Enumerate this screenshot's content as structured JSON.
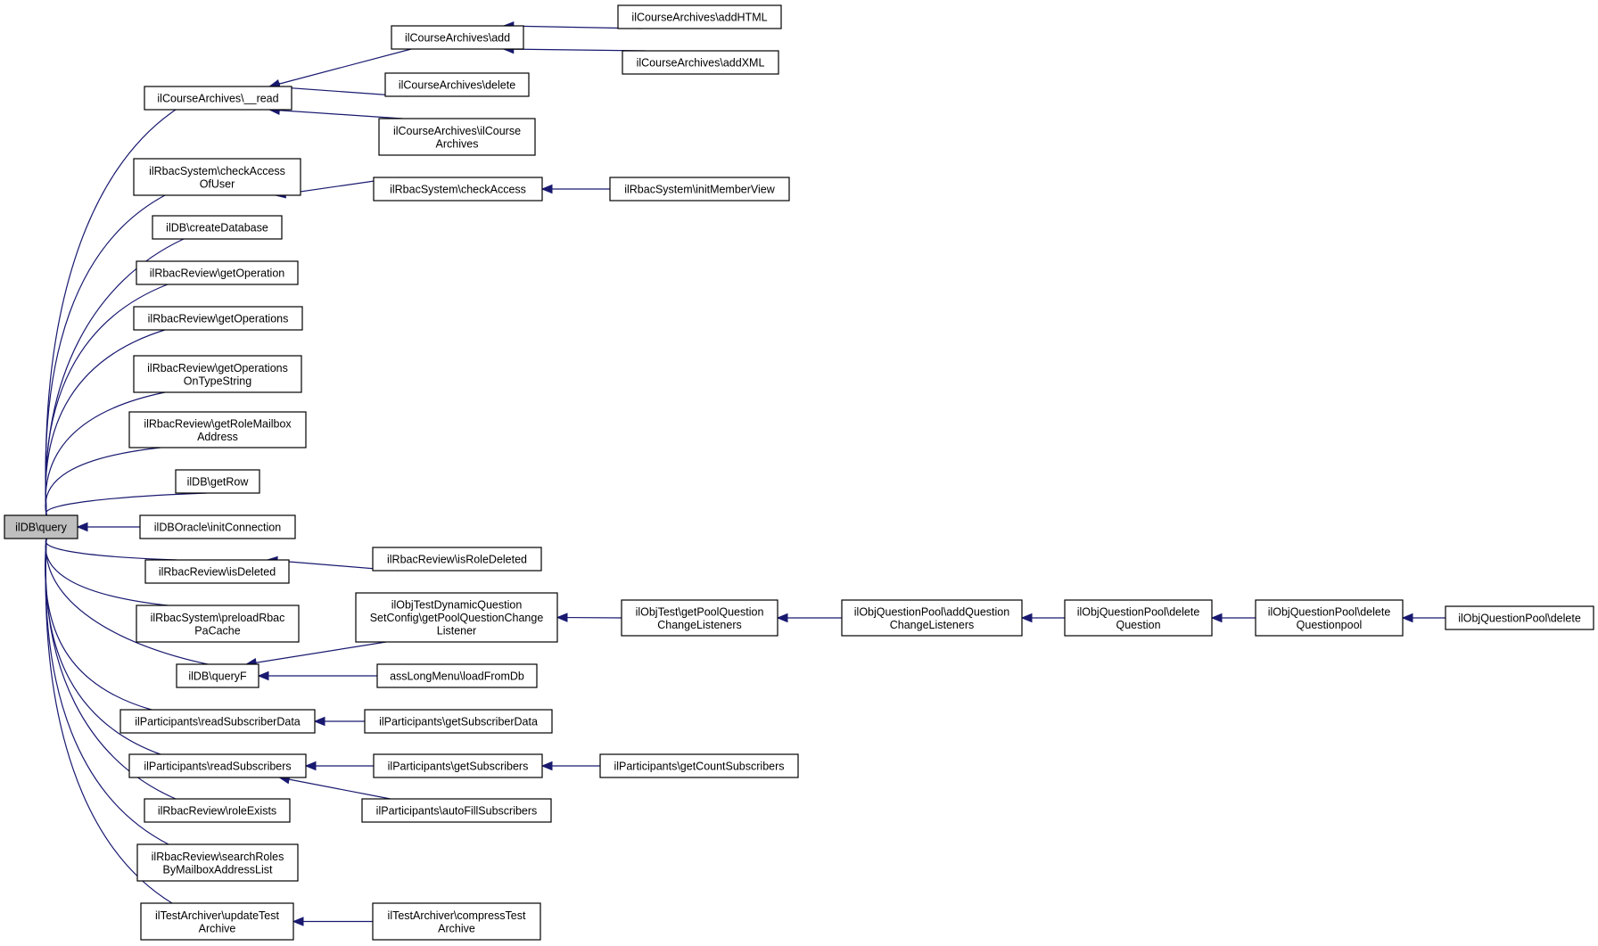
{
  "colors": {
    "edge": "#191970",
    "node_border": "#000000",
    "node_fill": "#ffffff",
    "highlight_fill": "#bfbfbf"
  },
  "nodes": [
    {
      "id": "query",
      "lines": [
        "ilDB\\query"
      ],
      "highlight": true
    },
    {
      "id": "cread",
      "lines": [
        "ilCourseArchives\\__read"
      ]
    },
    {
      "id": "cadd",
      "lines": [
        "ilCourseArchives\\add"
      ]
    },
    {
      "id": "caddhtml",
      "lines": [
        "ilCourseArchives\\addHTML"
      ]
    },
    {
      "id": "caddxml",
      "lines": [
        "ilCourseArchives\\addXML"
      ]
    },
    {
      "id": "cdelete",
      "lines": [
        "ilCourseArchives\\delete"
      ]
    },
    {
      "id": "cctor",
      "lines": [
        "ilCourseArchives\\ilCourse",
        "Archives"
      ]
    },
    {
      "id": "rcaou",
      "lines": [
        "ilRbacSystem\\checkAccess",
        "OfUser"
      ]
    },
    {
      "id": "rca",
      "lines": [
        "ilRbacSystem\\checkAccess"
      ]
    },
    {
      "id": "rimv",
      "lines": [
        "ilRbacSystem\\initMemberView"
      ]
    },
    {
      "id": "dbcreate",
      "lines": [
        "ilDB\\createDatabase"
      ]
    },
    {
      "id": "rgetop",
      "lines": [
        "ilRbacReview\\getOperation"
      ]
    },
    {
      "id": "rgetops",
      "lines": [
        "ilRbacReview\\getOperations"
      ]
    },
    {
      "id": "rgetopstype",
      "lines": [
        "ilRbacReview\\getOperations",
        "OnTypeString"
      ]
    },
    {
      "id": "rrolemail",
      "lines": [
        "ilRbacReview\\getRoleMailbox",
        "Address"
      ]
    },
    {
      "id": "dbgetrow",
      "lines": [
        "ilDB\\getRow"
      ]
    },
    {
      "id": "oracleinit",
      "lines": [
        "ilDBOracle\\initConnection"
      ]
    },
    {
      "id": "risdeleted",
      "lines": [
        "ilRbacReview\\isDeleted"
      ]
    },
    {
      "id": "risroledeleted",
      "lines": [
        "ilRbacReview\\isRoleDeleted"
      ]
    },
    {
      "id": "rpreload",
      "lines": [
        "ilRbacSystem\\preloadRbac",
        "PaCache"
      ]
    },
    {
      "id": "queryf",
      "lines": [
        "ilDB\\queryF"
      ]
    },
    {
      "id": "dynq",
      "lines": [
        "ilObjTestDynamicQuestion",
        "SetConfig\\getPoolQuestionChange",
        "Listener"
      ]
    },
    {
      "id": "objtestlist",
      "lines": [
        "ilObjTest\\getPoolQuestion",
        "ChangeListeners"
      ]
    },
    {
      "id": "qpaddlist",
      "lines": [
        "ilObjQuestionPool\\addQuestion",
        "ChangeListeners"
      ]
    },
    {
      "id": "qpdelq",
      "lines": [
        "ilObjQuestionPool\\delete",
        "Question"
      ]
    },
    {
      "id": "qpdelpool",
      "lines": [
        "ilObjQuestionPool\\delete",
        "Questionpool"
      ]
    },
    {
      "id": "qpdelete",
      "lines": [
        "ilObjQuestionPool\\delete"
      ]
    },
    {
      "id": "asslong",
      "lines": [
        "assLongMenu\\loadFromDb"
      ]
    },
    {
      "id": "preadsubdata",
      "lines": [
        "ilParticipants\\readSubscriberData"
      ]
    },
    {
      "id": "pgetsubdata",
      "lines": [
        "ilParticipants\\getSubscriberData"
      ]
    },
    {
      "id": "preadsubs",
      "lines": [
        "ilParticipants\\readSubscribers"
      ]
    },
    {
      "id": "pgetsubs",
      "lines": [
        "ilParticipants\\getSubscribers"
      ]
    },
    {
      "id": "pgetcount",
      "lines": [
        "ilParticipants\\getCountSubscribers"
      ]
    },
    {
      "id": "pautofill",
      "lines": [
        "ilParticipants\\autoFillSubscribers"
      ]
    },
    {
      "id": "rroleexists",
      "lines": [
        "ilRbacReview\\roleExists"
      ]
    },
    {
      "id": "rsearchroles",
      "lines": [
        "ilRbacReview\\searchRoles",
        "ByMailboxAddressList"
      ]
    },
    {
      "id": "tupdate",
      "lines": [
        "ilTestArchiver\\updateTest",
        "Archive"
      ]
    },
    {
      "id": "tcompress",
      "lines": [
        "ilTestArchiver\\compressTest",
        "Archive"
      ]
    }
  ],
  "edges": [
    [
      "cread",
      "query"
    ],
    [
      "rcaou",
      "query"
    ],
    [
      "dbcreate",
      "query"
    ],
    [
      "rgetop",
      "query"
    ],
    [
      "rgetops",
      "query"
    ],
    [
      "rgetopstype",
      "query"
    ],
    [
      "rrolemail",
      "query"
    ],
    [
      "dbgetrow",
      "query"
    ],
    [
      "oracleinit",
      "query"
    ],
    [
      "risdeleted",
      "query"
    ],
    [
      "rpreload",
      "query"
    ],
    [
      "queryf",
      "query"
    ],
    [
      "preadsubdata",
      "query"
    ],
    [
      "preadsubs",
      "query"
    ],
    [
      "rroleexists",
      "query"
    ],
    [
      "rsearchroles",
      "query"
    ],
    [
      "tupdate",
      "query"
    ],
    [
      "cadd",
      "cread"
    ],
    [
      "cdelete",
      "cread"
    ],
    [
      "cctor",
      "cread"
    ],
    [
      "caddhtml",
      "cadd"
    ],
    [
      "caddxml",
      "cadd"
    ],
    [
      "rca",
      "rcaou"
    ],
    [
      "rimv",
      "rca"
    ],
    [
      "risroledeleted",
      "risdeleted"
    ],
    [
      "dynq",
      "queryf"
    ],
    [
      "asslong",
      "queryf"
    ],
    [
      "objtestlist",
      "dynq"
    ],
    [
      "qpaddlist",
      "objtestlist"
    ],
    [
      "qpdelq",
      "qpaddlist"
    ],
    [
      "qpdelpool",
      "qpdelq"
    ],
    [
      "qpdelete",
      "qpdelpool"
    ],
    [
      "pgetsubdata",
      "preadsubdata"
    ],
    [
      "pgetsubs",
      "preadsubs"
    ],
    [
      "pautofill",
      "preadsubs"
    ],
    [
      "pgetcount",
      "pgetsubs"
    ],
    [
      "tcompress",
      "tupdate"
    ]
  ]
}
